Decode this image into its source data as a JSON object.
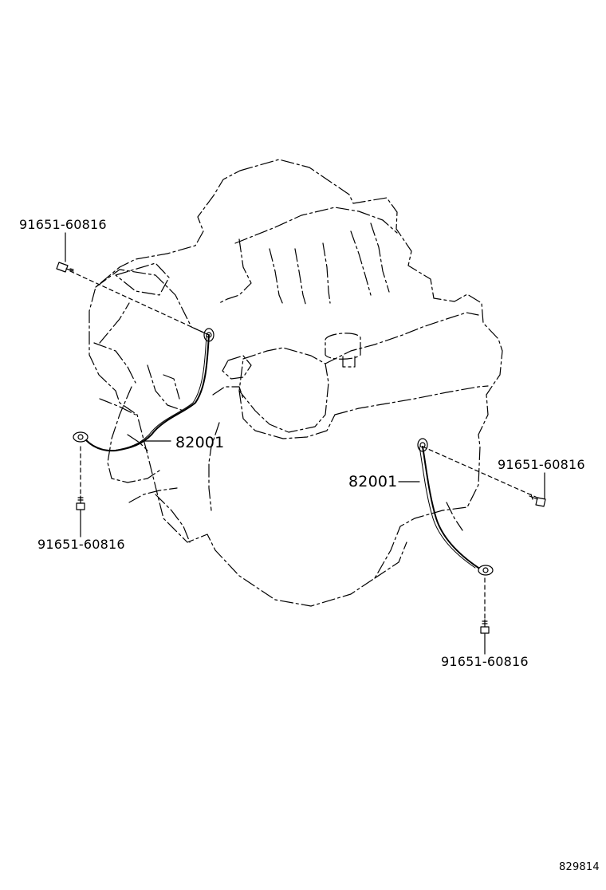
{
  "diagram": {
    "parts": {
      "bolt_top_left": "91651-60816",
      "bolt_bottom_left": "91651-60816",
      "bolt_right": "91651-60816",
      "bolt_bottom_right": "91651-60816",
      "strap_left": "82001",
      "strap_right": "82001"
    },
    "reference_code": "829814"
  }
}
